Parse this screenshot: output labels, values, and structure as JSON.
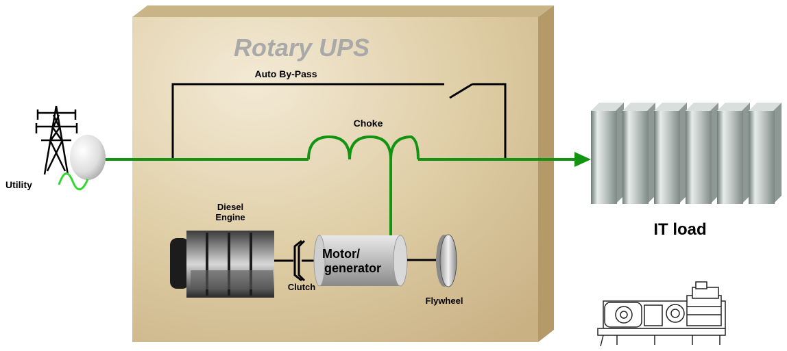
{
  "title": "Rotary UPS",
  "labels": {
    "bypass": "Auto By-Pass",
    "choke": "Choke",
    "utility": "Utility",
    "diesel_line1": "Diesel",
    "diesel_line2": "Engine",
    "clutch": "Clutch",
    "motor_line1": "Motor/",
    "motor_line2": "generator",
    "flywheel": "Flywheel",
    "it_load": "IT load"
  },
  "colors": {
    "power_line": "#129412",
    "box_face": "#dccaa3",
    "box_side": "#b49a66",
    "box_top": "#c9b488",
    "title": "#a9a9a9",
    "server": "#a7b0ad"
  },
  "icons": [
    "transmission-tower-icon",
    "sine-wave-icon",
    "diesel-engine-icon",
    "clutch-icon",
    "motor-generator-icon",
    "flywheel-icon",
    "server-rack-icon",
    "genset-sketch-icon"
  ]
}
